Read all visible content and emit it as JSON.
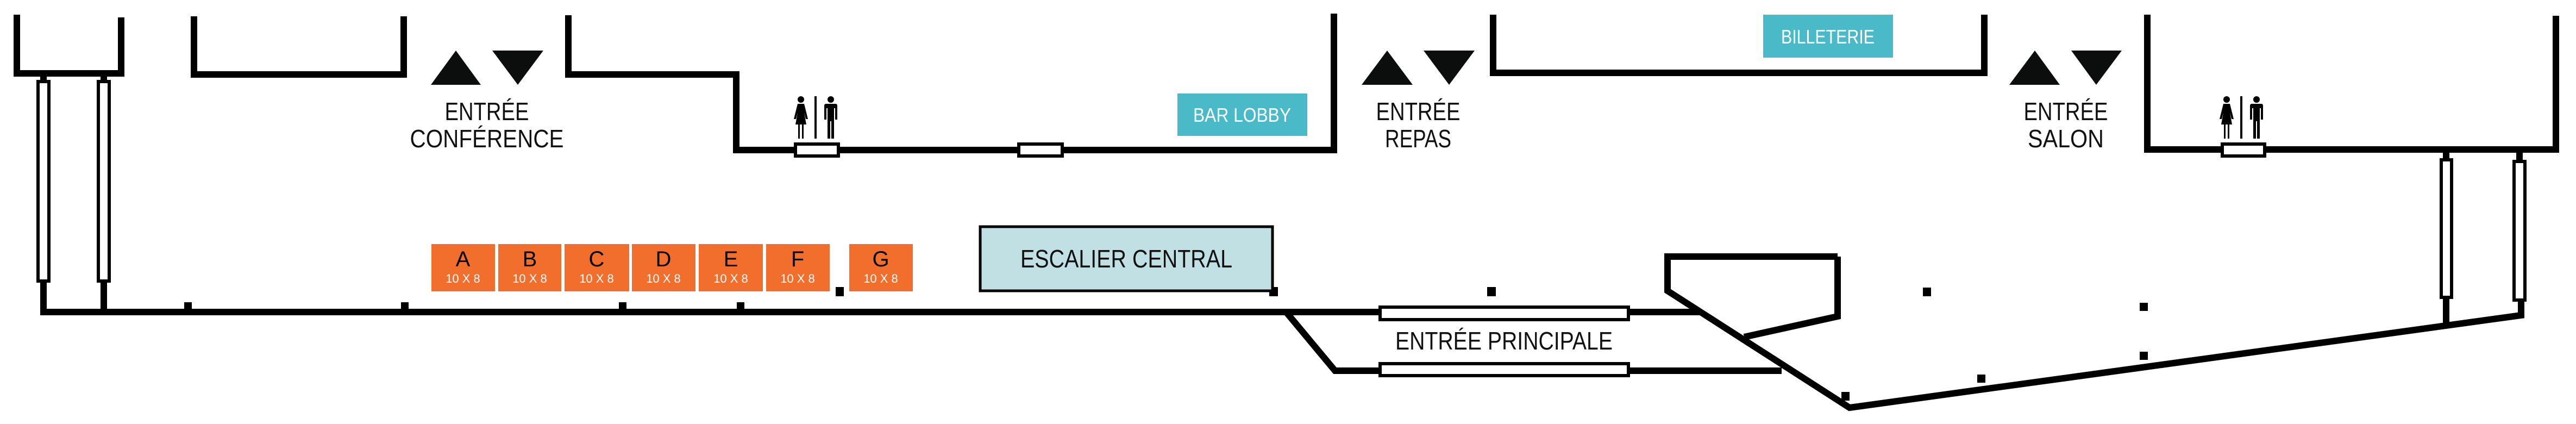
{
  "labels": {
    "conference_1": "ENTRÉE",
    "conference_2": "CONFÉRENCE",
    "repas_1": "ENTRÉE",
    "repas_2": "REPAS",
    "salon_1": "ENTRÉE",
    "salon_2": "SALON",
    "principale": "ENTRÉE PRINCIPALE",
    "escalier": "ESCALIER CENTRAL",
    "bar_lobby": "BAR LOBBY",
    "billeterie": "BILLETERIE"
  },
  "booths": [
    {
      "letter": "A",
      "size": "10 X 8"
    },
    {
      "letter": "B",
      "size": "10 X 8"
    },
    {
      "letter": "C",
      "size": "10 X 8"
    },
    {
      "letter": "D",
      "size": "10 X 8"
    },
    {
      "letter": "E",
      "size": "10 X 8"
    },
    {
      "letter": "F",
      "size": "10 X 8"
    },
    {
      "letter": "G",
      "size": "10 X 8"
    }
  ],
  "colors": {
    "booth": "#f26e2c",
    "teal": "#4bbac8",
    "stair": "#c0e0e3",
    "wall": "#000000"
  },
  "icons": [
    "up-arrow-icon",
    "down-arrow-icon",
    "restroom-icon"
  ]
}
